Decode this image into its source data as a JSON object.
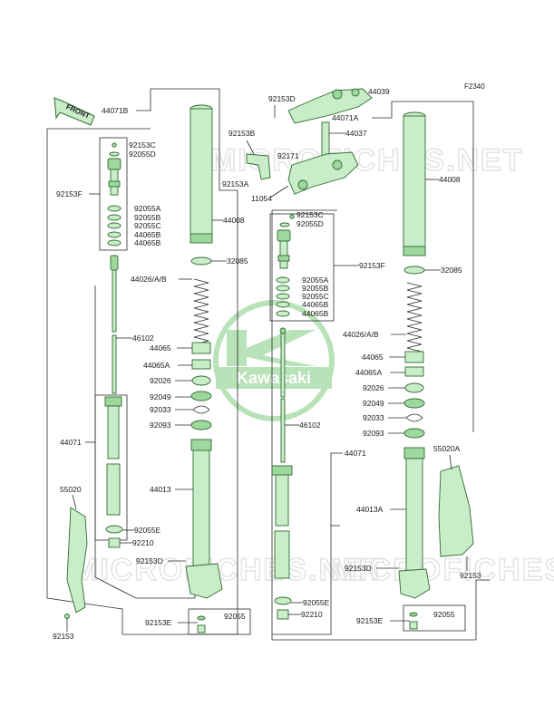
{
  "figure_code": "F2340",
  "front_label": "FRONT",
  "watermark_text": "MICROFICHES.NET",
  "logo": {
    "brand": "Kawasaki",
    "color": "#6cc46c"
  },
  "colors": {
    "part_fill": "#c9ecc9",
    "part_stroke": "#2f6b2f",
    "line": "#2a2a2a"
  },
  "labels": {
    "p44071B": "44071B",
    "p92153D_top": "92153D",
    "p44039": "44039",
    "p44071A_top": "44071A",
    "p92153B": "92153B",
    "p44037": "44037",
    "p92171": "92171",
    "p92153A": "92153A",
    "p11054": "11054",
    "L_92153C": "92153C",
    "L_92055D": "92055D",
    "L_92153F": "92153F",
    "L_92055A": "92055A",
    "L_92055B": "92055B",
    "L_92055C": "92055C",
    "L_44065B_1": "44065B",
    "L_44065B_2": "44065B",
    "L_44008": "44008",
    "L_32085": "32085",
    "L_44026": "44026/A/B",
    "L_46102": "46102",
    "L_44065": "44065",
    "L_44065A": "44065A",
    "L_92026": "92026",
    "L_92049": "92049",
    "L_92033": "92033",
    "L_92093": "92093",
    "L_44071": "44071",
    "L_44013": "44013",
    "L_55020": "55020",
    "L_92055E": "92055E",
    "L_92210": "92210",
    "L_92153D": "92153D",
    "L_92153E": "92153E",
    "L_92055": "92055",
    "L_92153_bot": "92153",
    "R_92153C": "92153C",
    "R_92055D": "92055D",
    "R_92153F": "92153F",
    "R_92055A": "92055A",
    "R_92055B": "92055B",
    "R_92055C": "92055C",
    "R_44065B_1": "44065B",
    "R_44065B_2": "44065B",
    "R_44008": "44008",
    "R_32085": "32085",
    "R_44026": "44026/A/B",
    "R_46102": "46102",
    "R_44065": "44065",
    "R_44065A": "44065A",
    "R_92026": "92026",
    "R_92049": "92049",
    "R_92033": "92033",
    "R_92093": "92093",
    "R_44071": "44071",
    "R_55020A": "55020A",
    "R_44013A": "44013A",
    "R_92153D": "92153D",
    "R_92153": "92153",
    "R_92055E": "92055E",
    "R_92210": "92210",
    "R_92153E": "92153E",
    "R_92055": "92055"
  }
}
